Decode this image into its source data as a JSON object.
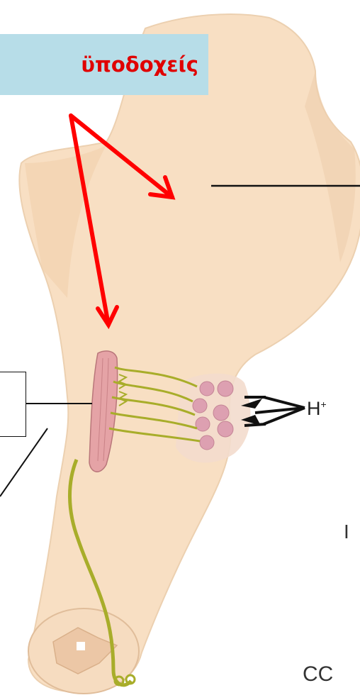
{
  "labels": {
    "receptors": "ϋποδοχείς",
    "ion": "H",
    "ion_charge": "+",
    "partial_mid": "I",
    "partial_bottom": "CC"
  },
  "colors": {
    "tongue_fill": "#f8dfc3",
    "tongue_shade": "#ebc9a5",
    "label_bg": "#b7dde8",
    "label_text": "#e00000",
    "arrow": "#ff0000",
    "receptor_cell": "#e5a3a6",
    "nerve": "#a8ad2a",
    "pink_dots": "#dda0b1"
  }
}
